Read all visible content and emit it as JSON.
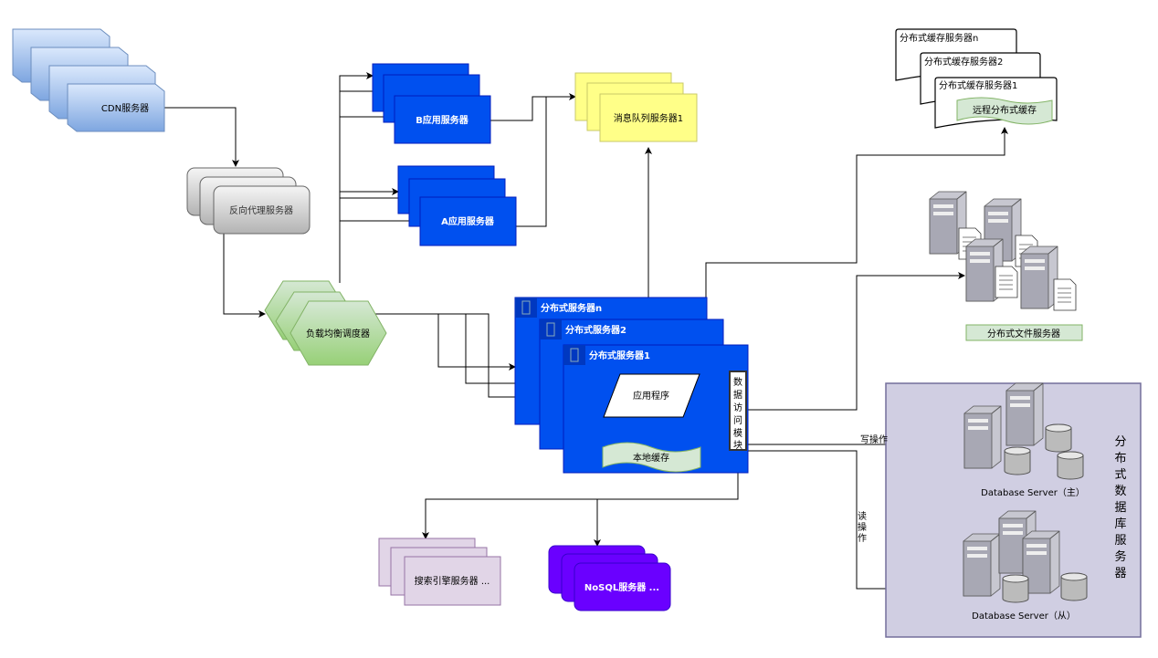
{
  "nodes": {
    "cdn": "CDN服务器",
    "reverse_proxy": "反向代理服务器",
    "load_balancer": "负载均衡调度器",
    "app_b": "B应用服务器",
    "app_a": "A应用服务器",
    "mq": "消息队列服务器1",
    "dist_server_n": "分布式服务器n",
    "dist_server_2": "分布式服务器2",
    "dist_server_1": "分布式服务器1",
    "app_program": "应用程序",
    "local_cache": "本地缓存",
    "data_access": [
      "数",
      "据",
      "访",
      "问",
      "模",
      "块"
    ],
    "cache_n": "分布式缓存服务器n",
    "cache_2": "分布式缓存服务器2",
    "cache_1": "分布式缓存服务器1",
    "remote_cache": "远程分布式缓存",
    "file_server": "分布式文件服务器",
    "db_group": [
      "分",
      "布",
      "式",
      "数",
      "据",
      "库",
      "服",
      "务",
      "器"
    ],
    "db_master": "Database Server（主）",
    "db_slave": "Database Server（从）",
    "search": "搜索引擎服务器 ...",
    "nosql": "NoSQL服务器 ..."
  },
  "edges": {
    "write": "写操作",
    "read": [
      "读",
      "操",
      "作"
    ]
  },
  "colors": {
    "app_blue": "#0050ef",
    "nosql_violet": "#6a00ff",
    "mq_yellow": "#ffff88",
    "green": "#d5e8d4",
    "db_group": "#d0cee2",
    "search": "#e1d5e7"
  }
}
